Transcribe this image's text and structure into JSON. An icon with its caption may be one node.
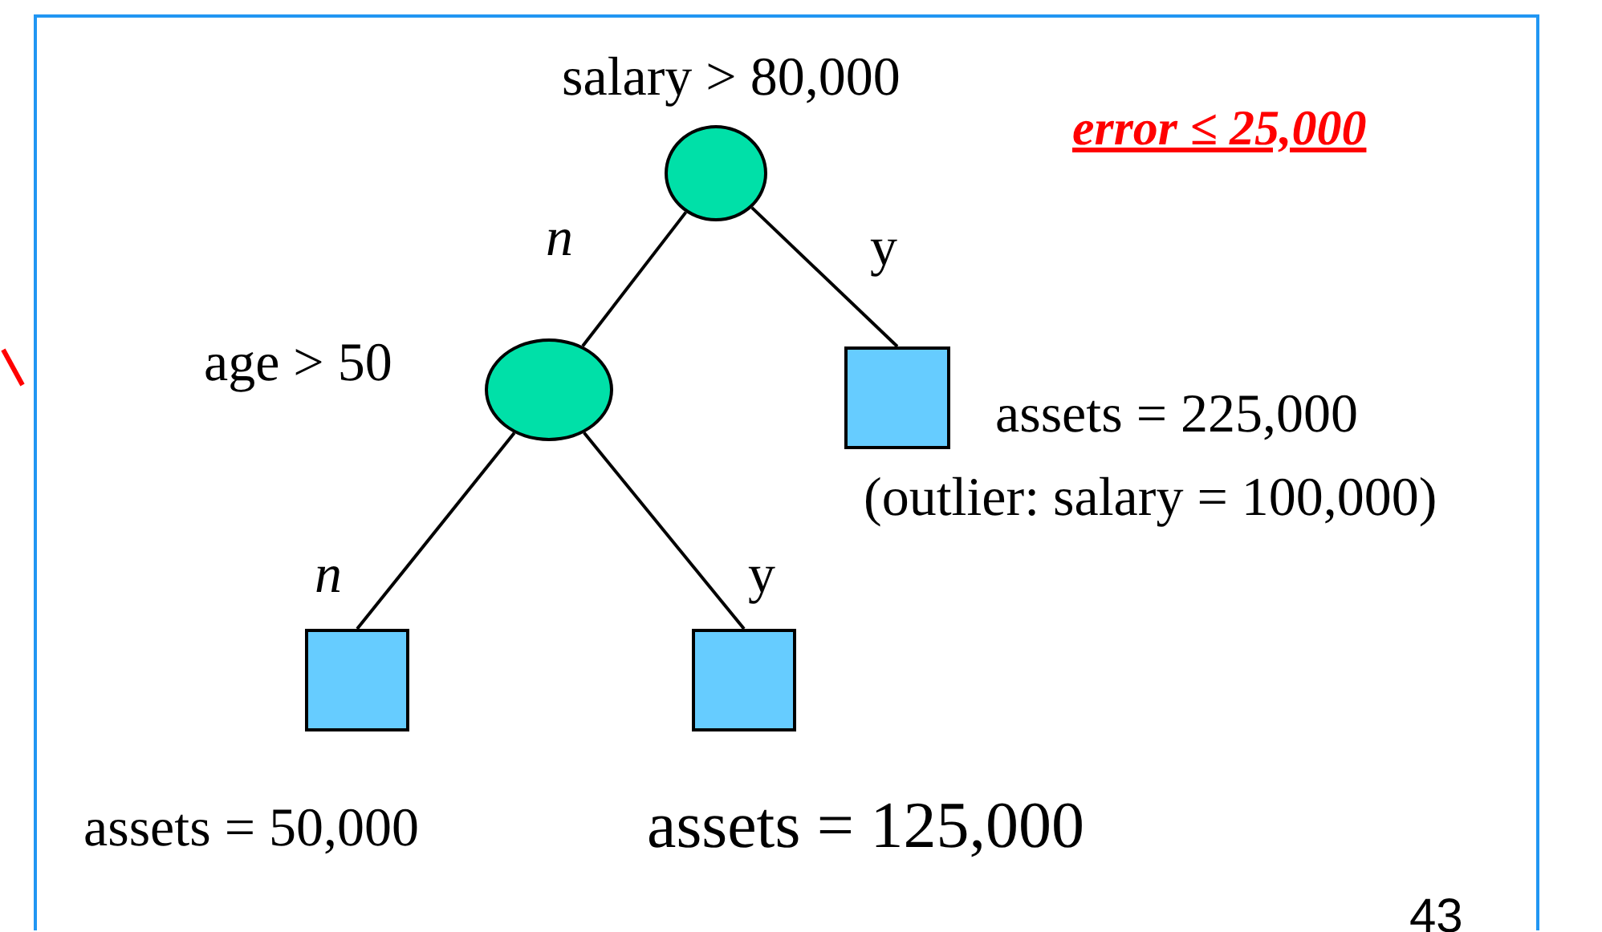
{
  "diagram": {
    "nodes": [
      {
        "text": [
          "salary > 80,000"
        ]
      },
      {
        "text": [
          "age > 50"
        ]
      },
      {
        "text": [
          "assets = 225,000",
          "(outlier: salary = 100,000)"
        ]
      },
      {
        "text": [
          "assets = 50,000"
        ]
      },
      {
        "text": [
          "assets = 125,000"
        ]
      }
    ],
    "edges": [
      {
        "from": 0,
        "to": 1,
        "arrow": "none",
        "label": "n"
      },
      {
        "from": 0,
        "to": 2,
        "arrow": "none",
        "label": "y"
      },
      {
        "from": 1,
        "to": 3,
        "arrow": "none",
        "label": "n"
      },
      {
        "from": 1,
        "to": 4,
        "arrow": "none",
        "label": "y"
      }
    ],
    "labels": [
      "error ≤ 25,000",
      "43"
    ]
  }
}
